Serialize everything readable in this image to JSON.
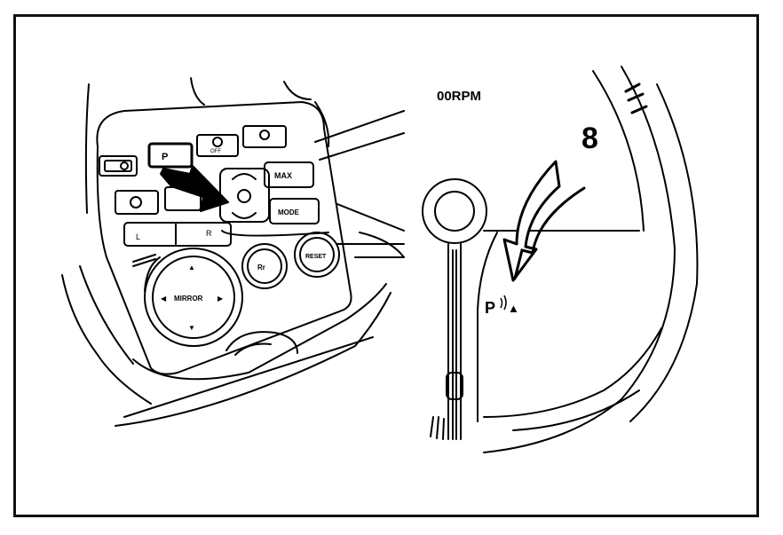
{
  "gauge": {
    "rpm_label": "00RPM",
    "tick_number": "8",
    "indicator_p": "P",
    "indicator_symbol": "▲"
  },
  "console": {
    "park_button_label": "P",
    "mirror_label": "MIRROR",
    "max_label": "MAX",
    "mode_label": "MODE",
    "reset_label": "RESET",
    "rear_label": "Rr",
    "left_label": "L",
    "right_label": "R",
    "off_label": "OFF"
  }
}
